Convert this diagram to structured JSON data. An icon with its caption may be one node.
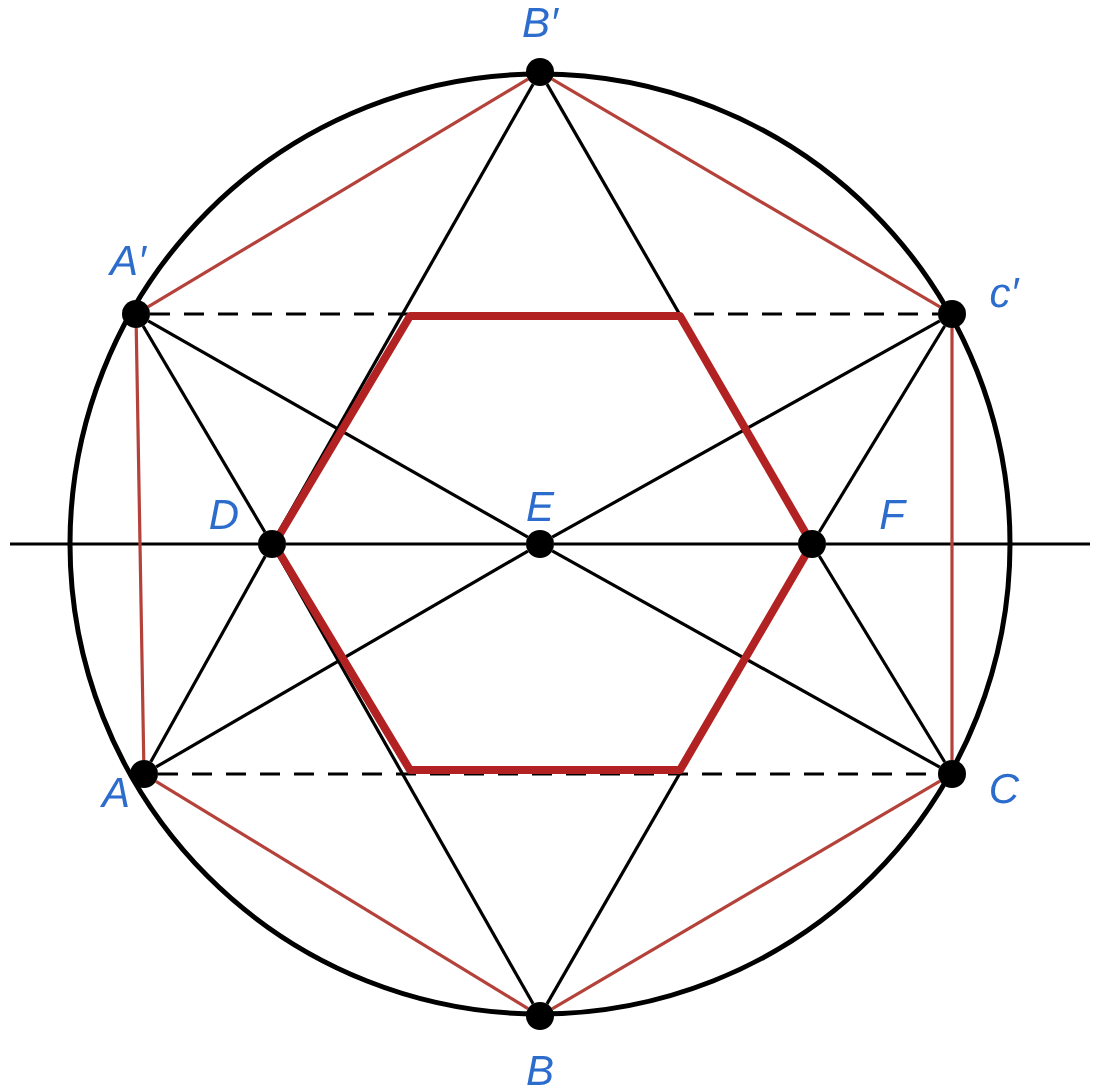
{
  "diagram": {
    "nodes": [
      {
        "text": [],
        "shape": "dot",
        "beside": [
          "B′"
        ]
      },
      {
        "text": [],
        "shape": "dot",
        "beside": [
          "A′"
        ]
      },
      {
        "text": [],
        "shape": "dot",
        "beside": [
          "c′"
        ]
      },
      {
        "text": [],
        "shape": "dot",
        "beside": [
          "D"
        ]
      },
      {
        "text": [],
        "shape": "dot",
        "beside": [
          "E"
        ]
      },
      {
        "text": [],
        "shape": "dot",
        "beside": [
          "F"
        ]
      },
      {
        "text": [],
        "shape": "dot",
        "beside": [
          "A"
        ]
      },
      {
        "text": [],
        "shape": "dot",
        "beside": [
          "C"
        ]
      },
      {
        "text": [],
        "shape": "dot",
        "beside": [
          "B"
        ]
      }
    ],
    "edges": [
      {
        "from": 0,
        "to": 3,
        "arrow": "none"
      },
      {
        "from": 3,
        "to": 6,
        "arrow": "none"
      },
      {
        "from": 0,
        "to": 5,
        "arrow": "none"
      },
      {
        "from": 5,
        "to": 7,
        "arrow": "none"
      },
      {
        "from": 8,
        "to": 3,
        "arrow": "none"
      },
      {
        "from": 3,
        "to": 1,
        "arrow": "none"
      },
      {
        "from": 8,
        "to": 5,
        "arrow": "none"
      },
      {
        "from": 5,
        "to": 2,
        "arrow": "none"
      },
      {
        "from": 1,
        "to": 4,
        "arrow": "none"
      },
      {
        "from": 4,
        "to": 7,
        "arrow": "none"
      },
      {
        "from": 2,
        "to": 4,
        "arrow": "none"
      },
      {
        "from": 4,
        "to": 6,
        "arrow": "none"
      },
      {
        "from": null,
        "to": 3,
        "arrow": "none"
      },
      {
        "from": 3,
        "to": 4,
        "arrow": "none"
      },
      {
        "from": 4,
        "to": 5,
        "arrow": "none"
      },
      {
        "from": 5,
        "to": null,
        "arrow": "none"
      },
      {
        "from": 1,
        "to": 2,
        "arrow": "none",
        "style": "dashed"
      },
      {
        "from": 6,
        "to": 7,
        "arrow": "none",
        "style": "dashed"
      },
      {
        "from": 1,
        "to": 0,
        "arrow": "none",
        "color": "#b5423a"
      },
      {
        "from": 0,
        "to": 2,
        "arrow": "none",
        "color": "#b5423a"
      },
      {
        "from": 2,
        "to": 7,
        "arrow": "none",
        "color": "#b5423a"
      },
      {
        "from": 7,
        "to": 8,
        "arrow": "none",
        "color": "#b5423a"
      },
      {
        "from": 8,
        "to": 6,
        "arrow": "none",
        "color": "#b5423a"
      },
      {
        "from": 6,
        "to": 1,
        "arrow": "none",
        "color": "#b5423a"
      }
    ]
  }
}
